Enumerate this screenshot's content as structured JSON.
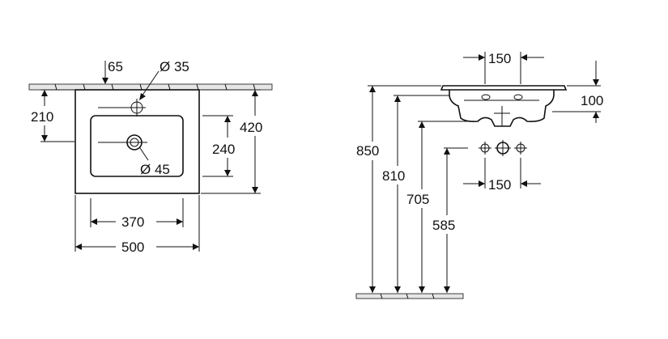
{
  "labels": {
    "overflow_offset": "65",
    "tap_hole_dia": "Ø 35",
    "tap_to_back": "210",
    "basin_depth_total": "420",
    "bowl_depth": "240",
    "waste_dia": "Ø 45",
    "bowl_width": "370",
    "basin_width": "500",
    "tap_spacing_top": "150",
    "basin_height": "100",
    "height_850": "850",
    "height_810": "810",
    "height_705": "705",
    "height_585": "585",
    "tap_spacing_bottom": "150"
  },
  "icons": {
    "tap_hole": "circle-cross-icon",
    "waste_hole": "circle-double-icon",
    "tap_holes_row": "three-circle-cross-icon"
  }
}
